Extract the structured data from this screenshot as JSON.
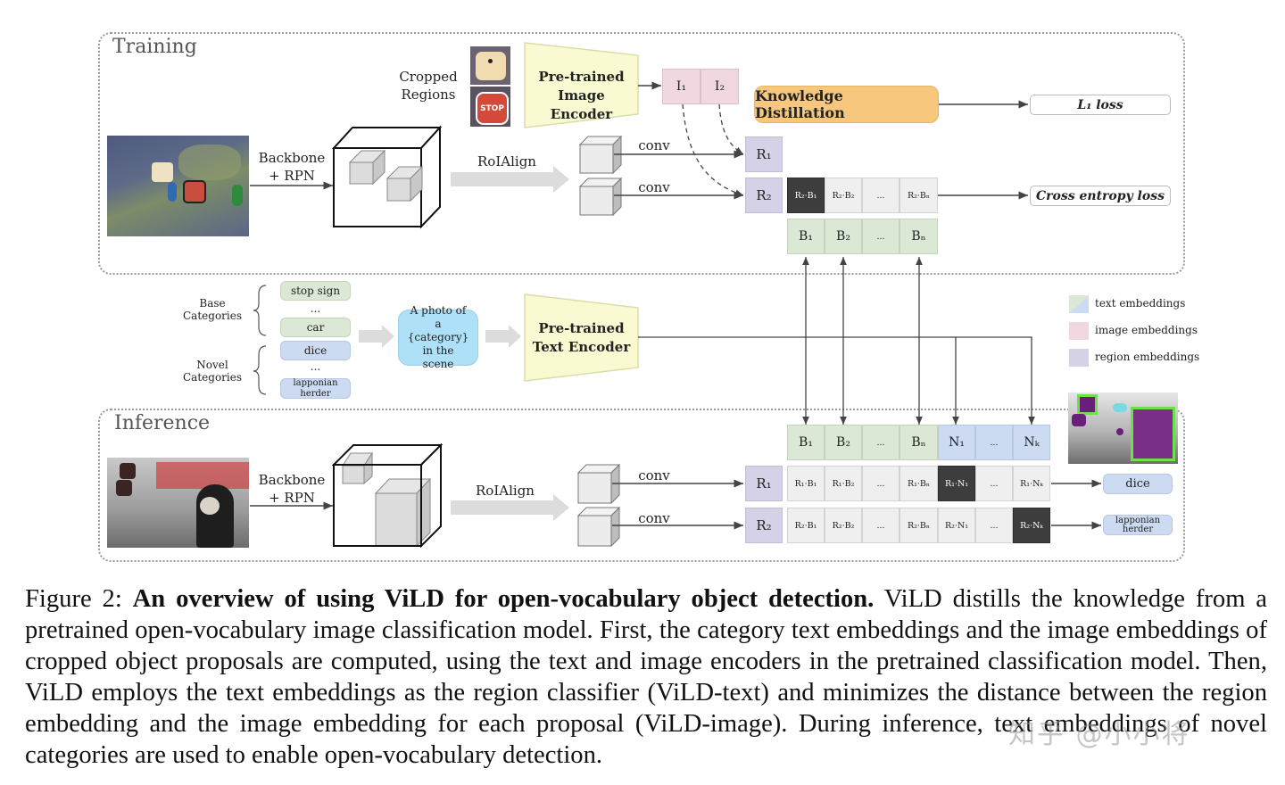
{
  "figure": {
    "training_title": "Training",
    "inference_title": "Inference",
    "cropped_regions": "Cropped Regions",
    "backbone_label_1": "Backbone",
    "backbone_label_2": "+ RPN",
    "roialign": "RoIAlign",
    "conv": "conv",
    "image_encoder_1": "Pre-trained",
    "image_encoder_2": "Image Encoder",
    "text_encoder_1": "Pre-trained",
    "text_encoder_2": "Text Encoder",
    "knowledge_distillation": "Knowledge Distillation",
    "l1_loss": "L₁ loss",
    "cross_entropy_loss": "Cross entropy loss",
    "image_embeddings": [
      "I₁",
      "I₂"
    ],
    "region_embeddings": [
      "R₁",
      "R₂"
    ],
    "training_scores": [
      "R₂·B₁",
      "R₂·B₂",
      "...",
      "R₂·Bₙ"
    ],
    "training_base": [
      "B₁",
      "B₂",
      "...",
      "Bₙ"
    ],
    "inference_text": [
      "B₁",
      "B₂",
      "...",
      "Bₙ",
      "N₁",
      "...",
      "Nₖ"
    ],
    "inference_scores_r1": [
      "R₁·B₁",
      "R₁·B₂",
      "...",
      "R₁·Bₙ",
      "R₁·N₁",
      "...",
      "R₁·Nₖ"
    ],
    "inference_scores_r2": [
      "R₂·B₁",
      "R₂·B₂",
      "...",
      "R₂·Bₙ",
      "R₂·N₁",
      "...",
      "R₂·Nₖ"
    ],
    "prediction_1": "dice",
    "prediction_2": "lapponian herder",
    "base_categories_label": "Base Categories",
    "novel_categories_label": "Novel Categories",
    "base_categories": [
      "stop sign",
      "...",
      "car"
    ],
    "novel_categories": [
      "dice",
      "...",
      "lapponian herder"
    ],
    "prompt_template": "A photo of a {category} in the scene",
    "legend": [
      {
        "label": "text embeddings",
        "color": "#d9e6d6"
      },
      {
        "label": "image embeddings",
        "color": "#f0d7e0"
      },
      {
        "label": "region embeddings",
        "color": "#d5d1e6"
      }
    ],
    "colors": {
      "knowledge_distillation": "#f6c77c",
      "encoder": "#fafad2",
      "prompt": "#aee0f7",
      "base_text": "#dbe8d5",
      "novel_text": "#ccdaf2",
      "highlight_score": "#3d3d3d"
    }
  },
  "caption": {
    "label": "Figure 2:",
    "title": "An overview of using ViLD for open-vocabulary object detection.",
    "body": "ViLD distills the knowledge from a pretrained open-vocabulary image classification model. First, the category text embeddings and the image embeddings of cropped object proposals are computed, using the text and image encoders in the pretrained classification model. Then, ViLD employs the text embeddings as the region classifier (ViLD-text) and minimizes the distance between the region embedding and the image embedding for each proposal (ViLD-image). During inference, text embeddings of novel categories are used to enable open-vocabulary detection."
  },
  "watermark": "知乎 @小小将"
}
